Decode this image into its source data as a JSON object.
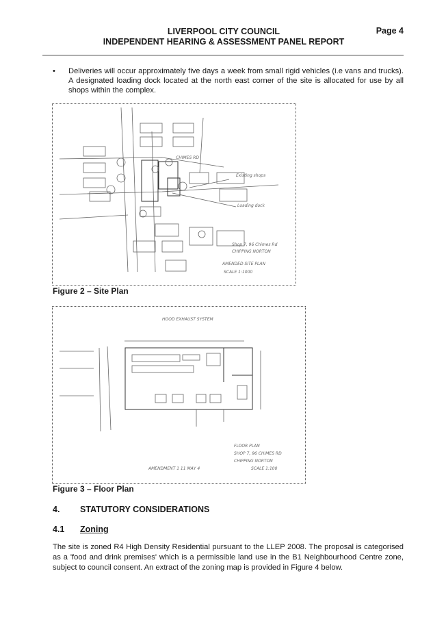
{
  "header": {
    "line1": "LIVERPOOL CITY COUNCIL",
    "line2": "INDEPENDENT HEARING & ASSESSMENT PANEL REPORT",
    "page": "Page 4"
  },
  "bullet": {
    "symbol": "•",
    "text": "Deliveries will occur approximately five days a week from small rigid vehicles (i.e vans and trucks). A designated loading dock located at the north east corner of the site is allocated for use by all shops within the complex."
  },
  "figures": [
    {
      "caption": "Figure 2 – Site Plan",
      "handwritten": {
        "street": "CHIMES RD",
        "note1": "Existing shops",
        "note2": "Loading dock",
        "note3": "Shop 7, 96 Chimes Rd",
        "note4": "CHIPPING NORTON",
        "note5": "AMENDED SITE PLAN",
        "scale": "SCALE 1:1000"
      }
    },
    {
      "caption": "Figure 3 – Floor Plan",
      "handwritten": {
        "top": "HOOD EXHAUST SYSTEM",
        "note1": "FLOOR PLAN",
        "note2": "SHOP 7, 96 CHIMES RD",
        "note3": "CHIPPING NORTON",
        "note4": "SCALE 1:100",
        "amend": "AMENDMENT 1  11 MAY 4"
      }
    }
  ],
  "section4": {
    "number": "4.",
    "title": "STATUTORY CONSIDERATIONS"
  },
  "section41": {
    "number": "4.1",
    "title": "Zoning",
    "paragraph": "The site is zoned R4 High Density Residential pursuant to the LLEP 2008. The proposal is categorised as a 'food and drink premises' which is a permissible land use in the B1 Neighbourhood Centre zone, subject to council consent. An extract of the zoning map is provided in Figure 4 below."
  }
}
